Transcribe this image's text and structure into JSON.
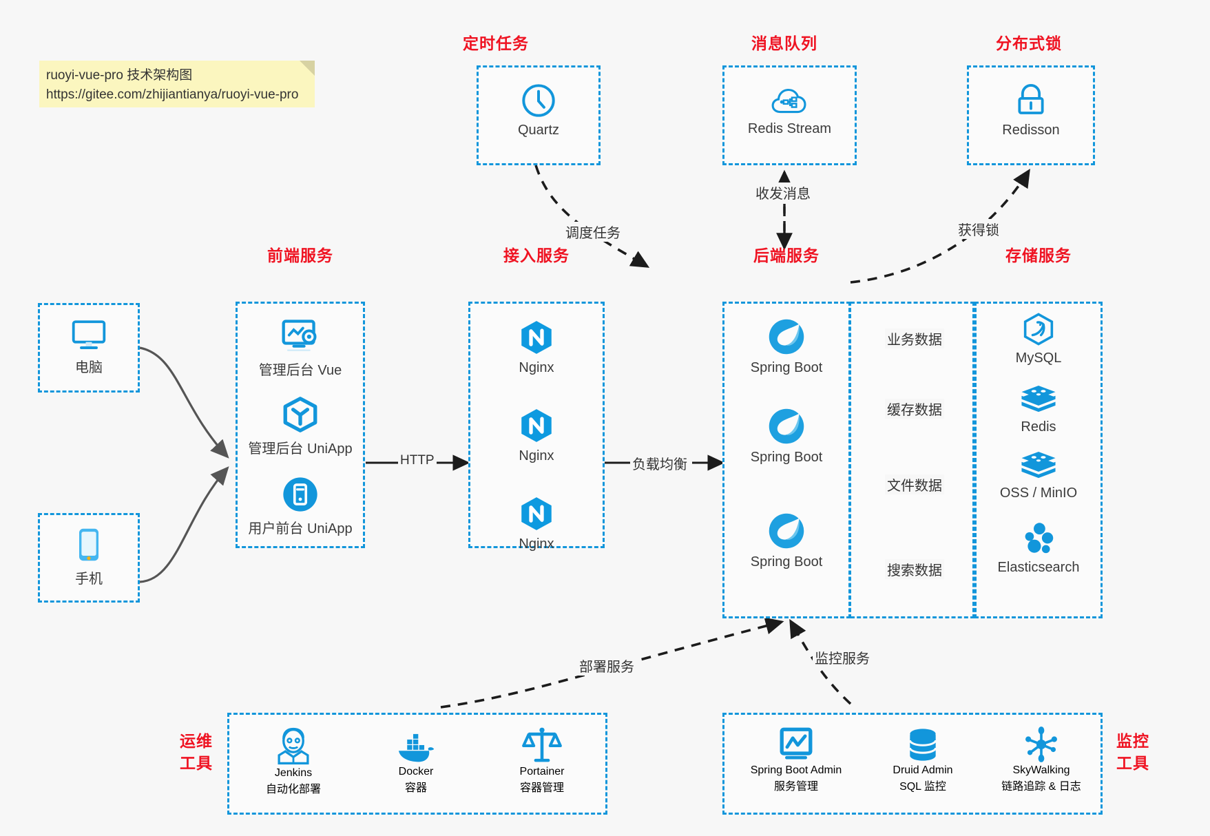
{
  "note": {
    "line1": "ruoyi-vue-pro 技术架构图",
    "line2": "https://gitee.com/zhijiantianya/ruoyi-vue-pro"
  },
  "colors": {
    "accent": "#1296db",
    "group_title": "#ef1322",
    "background": "#f7f7f7",
    "note_bg": "#fbf6bf",
    "text": "#3b3b3b",
    "arrow": "#555555",
    "dashed_arrow": "#222222"
  },
  "groups": {
    "scheduled_task": {
      "title": "定时任务",
      "nodes": [
        {
          "label": "Quartz",
          "icon": "clock-icon"
        }
      ]
    },
    "message_queue": {
      "title": "消息队列",
      "nodes": [
        {
          "label": "Redis Stream",
          "icon": "cloud-network-icon"
        }
      ]
    },
    "distributed_lock": {
      "title": "分布式锁",
      "nodes": [
        {
          "label": "Redisson",
          "icon": "lock-icon"
        }
      ]
    },
    "clients": {
      "nodes": [
        {
          "label": "电脑",
          "icon": "desktop-computer-icon"
        },
        {
          "label": "手机",
          "icon": "mobile-phone-icon"
        }
      ]
    },
    "frontend": {
      "title": "前端服务",
      "nodes": [
        {
          "label": "管理后台 Vue",
          "icon": "dashboard-settings-icon"
        },
        {
          "label": "管理后台 UniApp",
          "icon": "cube-icon"
        },
        {
          "label": "用户前台 UniApp",
          "icon": "mobile-app-icon"
        }
      ]
    },
    "gateway": {
      "title": "接入服务",
      "nodes": [
        {
          "label": "Nginx",
          "icon": "nginx-icon"
        },
        {
          "label": "Nginx",
          "icon": "nginx-icon"
        },
        {
          "label": "Nginx",
          "icon": "nginx-icon"
        }
      ]
    },
    "backend": {
      "title": "后端服务",
      "nodes": [
        {
          "label": "Spring Boot",
          "icon": "spring-boot-icon"
        },
        {
          "label": "Spring Boot",
          "icon": "spring-boot-icon"
        },
        {
          "label": "Spring Boot",
          "icon": "spring-boot-icon"
        }
      ]
    },
    "storage": {
      "title": "存储服务",
      "nodes": [
        {
          "label": "MySQL",
          "icon": "mysql-dolphin-icon"
        },
        {
          "label": "Redis",
          "icon": "redis-stack-icon"
        },
        {
          "label": "OSS / MinIO",
          "icon": "object-storage-icon"
        },
        {
          "label": "Elasticsearch",
          "icon": "elasticsearch-icon"
        }
      ]
    },
    "devops_tools": {
      "title_line1": "运维",
      "title_line2": "工具",
      "nodes": [
        {
          "label": "Jenkins",
          "sub": "自动化部署",
          "icon": "jenkins-butler-icon"
        },
        {
          "label": "Docker",
          "sub": "容器",
          "icon": "docker-whale-icon"
        },
        {
          "label": "Portainer",
          "sub": "容器管理",
          "icon": "scales-balance-icon"
        }
      ]
    },
    "monitor_tools": {
      "title_line1": "监控",
      "title_line2": "工具",
      "nodes": [
        {
          "label": "Spring Boot Admin",
          "sub": "服务管理",
          "icon": "monitor-chart-icon"
        },
        {
          "label": "Druid Admin",
          "sub": "SQL 监控",
          "icon": "database-stack-icon"
        },
        {
          "label": "SkyWalking",
          "sub": "链路追踪 & 日志",
          "icon": "network-nodes-icon"
        }
      ]
    }
  },
  "edges": [
    {
      "id": "http",
      "label": "HTTP"
    },
    {
      "id": "load-balance",
      "label": "负载均衡"
    },
    {
      "id": "schedule-task",
      "label": "调度任务"
    },
    {
      "id": "send-receive-message",
      "label": "收发消息"
    },
    {
      "id": "acquire-lock",
      "label": "获得锁"
    },
    {
      "id": "business-data",
      "label": "业务数据"
    },
    {
      "id": "cache-data",
      "label": "缓存数据"
    },
    {
      "id": "file-data",
      "label": "文件数据"
    },
    {
      "id": "search-data",
      "label": "搜索数据"
    },
    {
      "id": "deploy-service",
      "label": "部署服务"
    },
    {
      "id": "monitor-service",
      "label": "监控服务"
    }
  ]
}
